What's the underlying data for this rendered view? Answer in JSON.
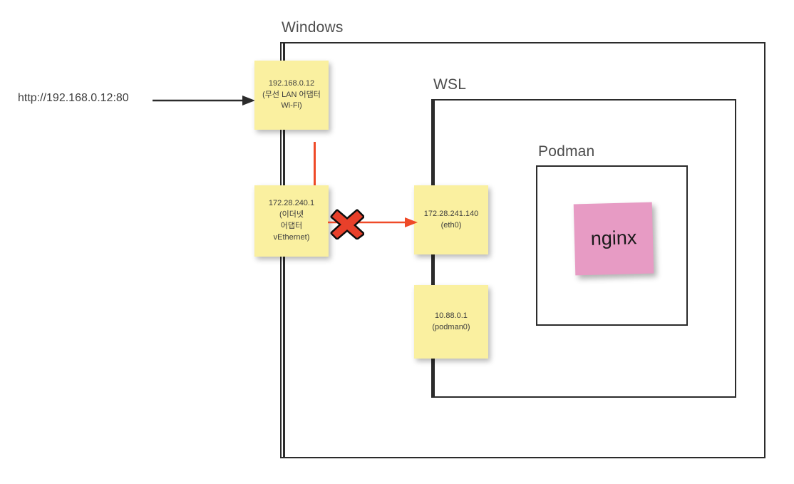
{
  "diagram": {
    "title": "Windows / WSL / Podman network diagram",
    "colors": {
      "note_yellow": "#faf0a0",
      "note_pink": "#e79bc4",
      "line_black": "#2b2b2b",
      "line_red": "#ef4a28",
      "box_border": "#2b2b2b",
      "label_text": "#4d4d4d"
    },
    "boxes": [
      {
        "name": "windows",
        "label": "Windows"
      },
      {
        "name": "wsl",
        "label": "WSL"
      },
      {
        "name": "podman",
        "label": "Podman"
      }
    ],
    "notes": {
      "wifi": {
        "line1": "192.168.0.12",
        "line2": "(무선 LAN 어댑터",
        "line3": "Wi-Fi)"
      },
      "vethernet": {
        "line1": "172.28.240.1",
        "line2": "(이더넷",
        "line3": "어댑터",
        "line4": "vEthernet)"
      },
      "eth0": {
        "line1": "172.28.241.140",
        "line2": "(eth0)"
      },
      "podman0": {
        "line1": "10.88.0.1",
        "line2": "(podman0)"
      },
      "nginx": {
        "label": "nginx"
      }
    },
    "request": {
      "url": "http://192.168.0.12:80"
    },
    "markers": {
      "blocked": "x-mark-blocked"
    }
  }
}
